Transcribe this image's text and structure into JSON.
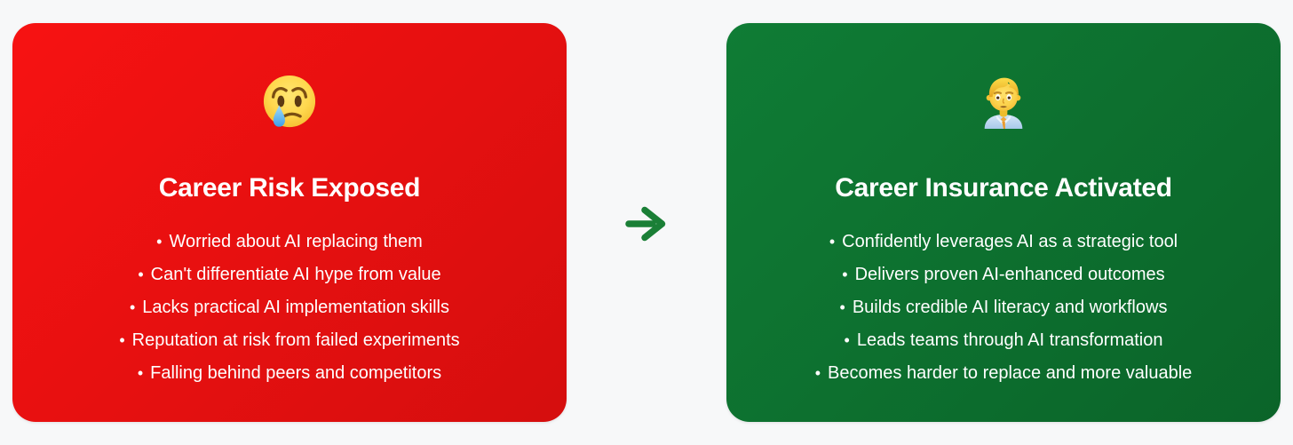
{
  "page": {
    "background": "#f7f8f9",
    "text_color": "#ffffff"
  },
  "bullet_glyph": "•",
  "arrow": {
    "glyph": "→",
    "color": "#1a7f36",
    "direction": "right"
  },
  "cards": [
    {
      "id": "career-risk",
      "emoji_name": "crying-face-emoji",
      "emoji_char": "😢",
      "title": "Career Risk Exposed",
      "bullets": [
        "Worried about AI replacing them",
        "Can't differentiate AI hype from value",
        "Lacks practical AI implementation skills",
        "Reputation at risk from failed experiments",
        "Falling behind peers and competitors"
      ],
      "bg_from": "#f71212",
      "bg_to": "#d50e0e"
    },
    {
      "id": "career-insurance",
      "emoji_name": "man-office-worker-emoji",
      "emoji_char": "👨‍💼",
      "title": "Career Insurance Activated",
      "bullets": [
        "Confidently leverages AI as a strategic tool",
        "Delivers proven AI-enhanced outcomes",
        "Builds credible AI literacy and workflows",
        "Leads teams through AI transformation",
        "Becomes harder to replace and more valuable"
      ],
      "bg_from": "#0f7c35",
      "bg_to": "#0b6429"
    }
  ]
}
